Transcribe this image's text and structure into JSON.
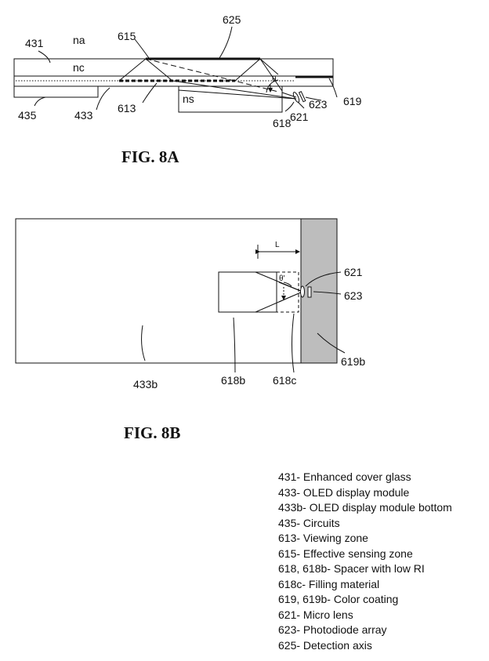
{
  "fig_a": {
    "caption": "FIG. 8A",
    "labels": {
      "l431": "431",
      "na": "na",
      "l615": "615",
      "l625": "625",
      "nc": "nc",
      "theta": "θ",
      "ns": "ns",
      "l435": "435",
      "l433": "433",
      "l613": "613",
      "l618": "618",
      "l621": "621",
      "l623": "623",
      "l619": "619"
    }
  },
  "fig_b": {
    "caption": "FIG. 8B",
    "labels": {
      "L": "L",
      "theta_prime": "θ'",
      "l621": "621",
      "l623": "623",
      "l433b": "433b",
      "l618b": "618b",
      "l618c": "618c",
      "l619b": "619b"
    }
  },
  "legend": [
    "431- Enhanced cover glass",
    "433- OLED display module",
    "433b- OLED display module bottom",
    "435- Circuits",
    "613- Viewing zone",
    "615- Effective sensing zone",
    "618, 618b- Spacer with low RI",
    "618c- Filling material",
    "619, 619b- Color coating",
    "621- Micro lens",
    "623- Photodiode array",
    "625- Detection axis"
  ]
}
